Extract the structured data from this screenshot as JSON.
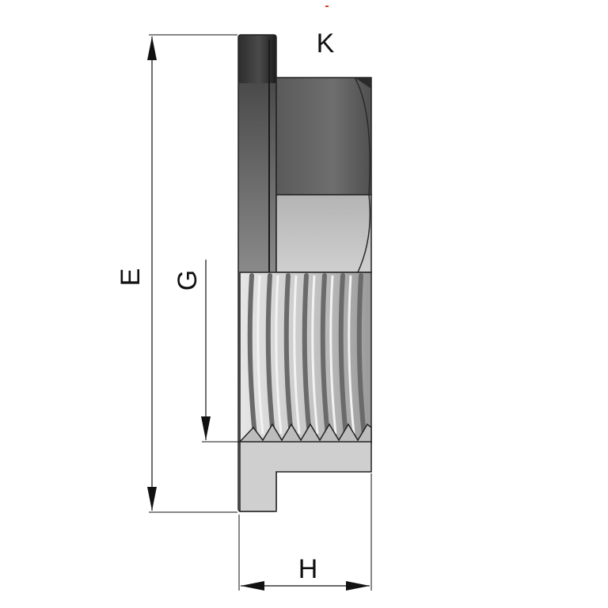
{
  "labels": {
    "E": "E",
    "G": "G",
    "K": "K",
    "H": "H"
  },
  "colors": {
    "background": "#ffffff",
    "outline": "#222222",
    "flange_dark": "#3a3a3a",
    "flange_light": "#9a9a9a",
    "hex_dark": "#5e5e5e",
    "hex_light": "#c6c6c6",
    "body_light": "#cfcfcf",
    "thread_base": "#d4d4d4",
    "thread_groove": "#7d7d7d",
    "dimension_line": "#111111",
    "accent_mark": "#e04020"
  }
}
